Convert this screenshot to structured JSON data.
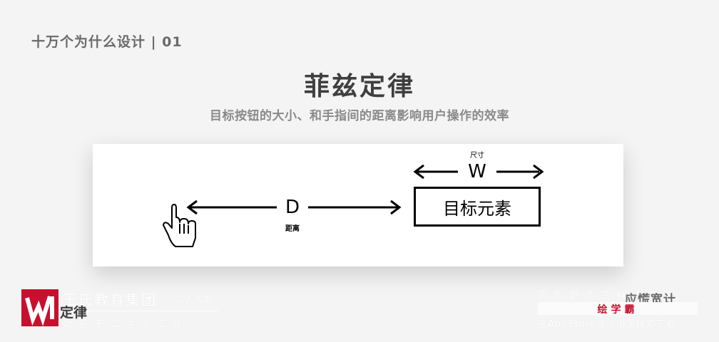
{
  "header": {
    "series": "十万个为什么设计 | 01",
    "title": "菲兹定律",
    "subtitle": "目标按钮的大小、和手指间的距离影响用户操作的效率"
  },
  "diagram": {
    "distance_letter": "D",
    "distance_caption": "距离",
    "width_letter": "W",
    "size_caption": "尺寸",
    "target_label": "目标元素"
  },
  "footer": {
    "brand_name": "王氏教育集团",
    "brand_tagline": "以人为本",
    "brand_founded": "始创于二零零二年",
    "overlay_word": "定律",
    "right_top": "获取更多资料请注册",
    "right_overlay": "应慌宽计",
    "app_name": "绘学霸",
    "right_bottom": "在AppStore或应用宝搜索下载"
  },
  "colors": {
    "background": "#f4f4f4",
    "title": "#3f3f3f",
    "subtitle": "#8a8a8a",
    "brand_red": "#c8102e"
  },
  "icons": [
    "hand-pointer-icon",
    "brand-logo-icon"
  ]
}
